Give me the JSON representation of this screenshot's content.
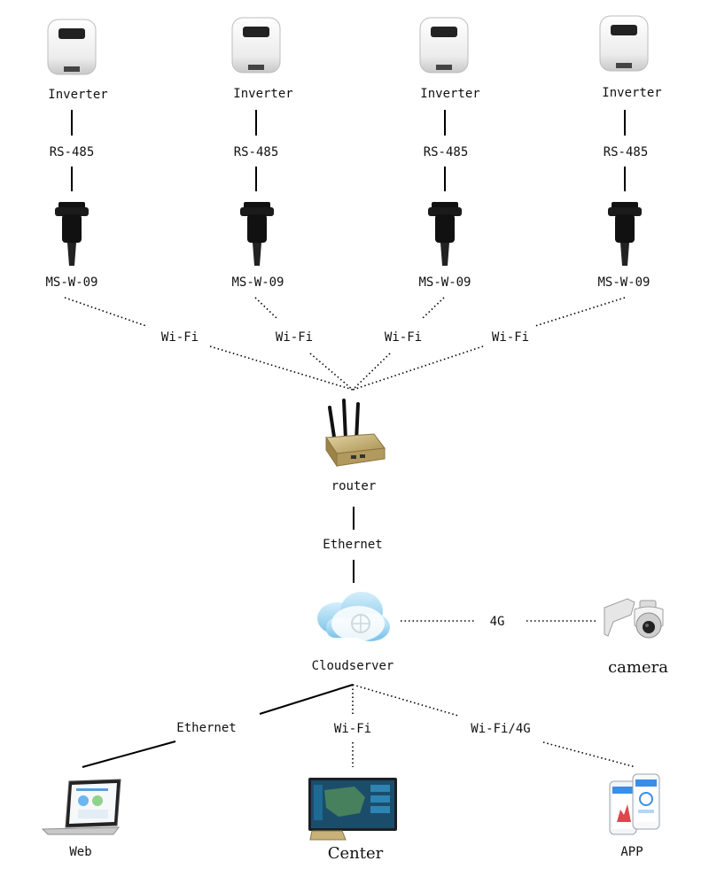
{
  "colors": {
    "line": "#000000",
    "inverter_body": "#f2f2f2",
    "router_gold": "#c9b27a",
    "cloud_blue": "#9dd3ee"
  },
  "inverters": [
    {
      "label": "Inverter",
      "link": "RS-485",
      "logger": "MS-W-09",
      "wireless": "Wi-Fi"
    },
    {
      "label": "Inverter",
      "link": "RS-485",
      "logger": "MS-W-09",
      "wireless": "Wi-Fi"
    },
    {
      "label": "Inverter",
      "link": "RS-485",
      "logger": "MS-W-09",
      "wireless": "Wi-Fi"
    },
    {
      "label": "Inverter",
      "link": "RS-485",
      "logger": "MS-W-09",
      "wireless": "Wi-Fi"
    }
  ],
  "router": {
    "label": "router",
    "uplink": "Ethernet",
    "icon": "router-icon"
  },
  "cloud": {
    "label": "Cloudserver",
    "icon": "cloud-server-icon"
  },
  "camera": {
    "label": "camera",
    "link": "4G",
    "icon": "ptz-camera-icon"
  },
  "clients": [
    {
      "label": "Web",
      "link": "Ethernet",
      "icon": "laptop-icon"
    },
    {
      "label": "Center",
      "link": "Wi-Fi",
      "icon": "monitor-icon"
    },
    {
      "label": "APP",
      "link": "Wi-Fi/4G",
      "icon": "smartphone-icon"
    }
  ]
}
